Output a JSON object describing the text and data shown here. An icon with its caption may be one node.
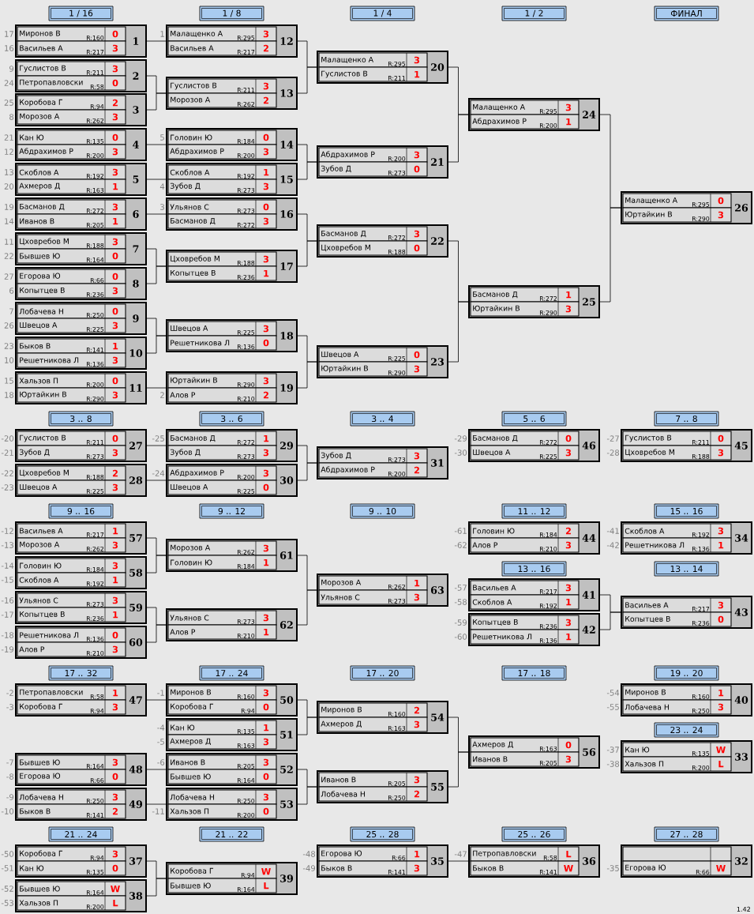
{
  "diagram": {
    "nodes": [
      {
        "text": [
          "1 / 16"
        ]
      },
      {
        "text": [
          "1 / 8"
        ]
      },
      {
        "text": [
          "1 / 4"
        ]
      },
      {
        "text": [
          "1 / 2"
        ]
      },
      {
        "text": [
          "ФИНАЛ"
        ]
      },
      {
        "text": [
          "3 .. 8"
        ]
      },
      {
        "text": [
          "3 .. 6"
        ]
      },
      {
        "text": [
          "3 .. 4"
        ]
      },
      {
        "text": [
          "5 .. 6"
        ]
      },
      {
        "text": [
          "7 .. 8"
        ]
      },
      {
        "text": [
          "9 .. 16"
        ]
      },
      {
        "text": [
          "9 .. 12"
        ]
      },
      {
        "text": [
          "9 .. 10"
        ]
      },
      {
        "text": [
          "11 .. 12"
        ]
      },
      {
        "text": [
          "15 .. 16"
        ]
      },
      {
        "text": [
          "13 .. 16"
        ]
      },
      {
        "text": [
          "13 .. 14"
        ]
      },
      {
        "text": [
          "17 .. 32"
        ]
      },
      {
        "text": [
          "17 .. 24"
        ]
      },
      {
        "text": [
          "17 .. 20"
        ]
      },
      {
        "text": [
          "17 .. 18"
        ]
      },
      {
        "text": [
          "19 .. 20"
        ]
      },
      {
        "text": [
          "23 .. 24"
        ]
      },
      {
        "text": [
          "21 .. 24"
        ]
      },
      {
        "text": [
          "21 .. 22"
        ]
      },
      {
        "text": [
          "25 .. 28"
        ]
      },
      {
        "text": [
          "25 .. 26"
        ]
      },
      {
        "text": [
          "27 .. 28"
        ]
      },
      {
        "text": [
          "1"
        ]
      },
      {
        "text": [
          "Миронов В",
          "R:160",
          "0"
        ],
        "in": 28,
        "beside": [
          "17"
        ]
      },
      {
        "text": [
          "Васильев А",
          "R:217",
          "3"
        ],
        "in": 28,
        "beside": [
          "16"
        ]
      },
      {
        "text": [
          "2"
        ]
      },
      {
        "text": [
          "Гуслистов В",
          "R:211",
          "3"
        ],
        "in": 31,
        "beside": [
          "9"
        ]
      },
      {
        "text": [
          "Петропавловски",
          "R:58",
          "0"
        ],
        "in": 31,
        "beside": [
          "24"
        ]
      },
      {
        "text": [
          "3"
        ]
      },
      {
        "text": [
          "Коробова Г",
          "R:94",
          "2"
        ],
        "in": 34,
        "beside": [
          "25"
        ]
      },
      {
        "text": [
          "Морозов А",
          "R:262",
          "3"
        ],
        "in": 34,
        "beside": [
          "8"
        ]
      },
      {
        "text": [
          "4"
        ]
      },
      {
        "text": [
          "Кан Ю",
          "R:135",
          "0"
        ],
        "in": 37,
        "beside": [
          "21"
        ]
      },
      {
        "text": [
          "Абдрахимов Р",
          "R:200",
          "3"
        ],
        "in": 37,
        "beside": [
          "12"
        ]
      },
      {
        "text": [
          "5"
        ]
      },
      {
        "text": [
          "Скоблов А",
          "R:192",
          "3"
        ],
        "in": 40,
        "beside": [
          "13"
        ]
      },
      {
        "text": [
          "Ахмеров Д",
          "R:163",
          "1"
        ],
        "in": 40,
        "beside": [
          "20"
        ]
      },
      {
        "text": [
          "6"
        ]
      },
      {
        "text": [
          "Басманов Д",
          "R:272",
          "3"
        ],
        "in": 43,
        "beside": [
          "19"
        ]
      },
      {
        "text": [
          "Иванов В",
          "R:205",
          "1"
        ],
        "in": 43,
        "beside": [
          "14"
        ]
      },
      {
        "text": [
          "7"
        ]
      },
      {
        "text": [
          "Цховребов М",
          "R:188",
          "3"
        ],
        "in": 46,
        "beside": [
          "11"
        ]
      },
      {
        "text": [
          "Бывшев Ю",
          "R:164",
          "0"
        ],
        "in": 46,
        "beside": [
          "22"
        ]
      },
      {
        "text": [
          "8"
        ]
      },
      {
        "text": [
          "Егорова Ю",
          "R:66",
          "0"
        ],
        "in": 49,
        "beside": [
          "27"
        ]
      },
      {
        "text": [
          "Копытцев В",
          "R:236",
          "3"
        ],
        "in": 49,
        "beside": [
          "6"
        ]
      },
      {
        "text": [
          "9"
        ]
      },
      {
        "text": [
          "Лобачева Н",
          "R:250",
          "0"
        ],
        "in": 52,
        "beside": [
          "7"
        ]
      },
      {
        "text": [
          "Швецов А",
          "R:225",
          "3"
        ],
        "in": 52,
        "beside": [
          "26"
        ]
      },
      {
        "text": [
          "10"
        ]
      },
      {
        "text": [
          "Быков В",
          "R:141",
          "1"
        ],
        "in": 55,
        "beside": [
          "23"
        ]
      },
      {
        "text": [
          "Решетникова Л",
          "R:136",
          "3"
        ],
        "in": 55,
        "beside": [
          "10"
        ]
      },
      {
        "text": [
          "11"
        ]
      },
      {
        "text": [
          "Хальзов П",
          "R:200",
          "0"
        ],
        "in": 58,
        "beside": [
          "15"
        ]
      },
      {
        "text": [
          "Юртайкин В",
          "R:290",
          "3"
        ],
        "in": 58,
        "beside": [
          "18"
        ]
      },
      {
        "text": [
          "12"
        ]
      },
      {
        "text": [
          "Малащенко А",
          "R:295",
          "3"
        ],
        "in": 61,
        "beside": [
          "1"
        ]
      },
      {
        "text": [
          "Васильев А",
          "R:217",
          "2"
        ],
        "in": 61
      },
      {
        "text": [
          "13"
        ]
      },
      {
        "text": [
          "Гуслистов В",
          "R:211",
          "3"
        ],
        "in": 64
      },
      {
        "text": [
          "Морозов А",
          "R:262",
          "2"
        ],
        "in": 64
      },
      {
        "text": [
          "14"
        ]
      },
      {
        "text": [
          "Головин Ю",
          "R:184",
          "0"
        ],
        "in": 67,
        "beside": [
          "5"
        ]
      },
      {
        "text": [
          "Абдрахимов Р",
          "R:200",
          "3"
        ],
        "in": 67
      },
      {
        "text": [
          "15"
        ]
      },
      {
        "text": [
          "Скоблов А",
          "R:192",
          "1"
        ],
        "in": 70
      },
      {
        "text": [
          "Зубов Д",
          "R:273",
          "3"
        ],
        "in": 70,
        "beside": [
          "4"
        ]
      },
      {
        "text": [
          "16"
        ]
      },
      {
        "text": [
          "Ульянов С",
          "R:273",
          "0"
        ],
        "in": 73,
        "beside": [
          "3"
        ]
      },
      {
        "text": [
          "Басманов Д",
          "R:272",
          "3"
        ],
        "in": 73
      },
      {
        "text": [
          "17"
        ]
      },
      {
        "text": [
          "Цховребов М",
          "R:188",
          "3"
        ],
        "in": 76
      },
      {
        "text": [
          "Копытцев В",
          "R:236",
          "1"
        ],
        "in": 76
      },
      {
        "text": [
          "18"
        ]
      },
      {
        "text": [
          "Швецов А",
          "R:225",
          "3"
        ],
        "in": 79
      },
      {
        "text": [
          "Решетникова Л",
          "R:136",
          "0"
        ],
        "in": 79
      },
      {
        "text": [
          "19"
        ]
      },
      {
        "text": [
          "Юртайкин В",
          "R:290",
          "3"
        ],
        "in": 82
      },
      {
        "text": [
          "Алов Р",
          "R:210",
          "2"
        ],
        "in": 82,
        "beside": [
          "2"
        ]
      },
      {
        "text": [
          "20"
        ]
      },
      {
        "text": [
          "Малащенко А",
          "R:295",
          "3"
        ],
        "in": 85
      },
      {
        "text": [
          "Гуслистов В",
          "R:211",
          "1"
        ],
        "in": 85
      },
      {
        "text": [
          "21"
        ]
      },
      {
        "text": [
          "Абдрахимов Р",
          "R:200",
          "3"
        ],
        "in": 88
      },
      {
        "text": [
          "Зубов Д",
          "R:273",
          "0"
        ],
        "in": 88
      },
      {
        "text": [
          "22"
        ]
      },
      {
        "text": [
          "Басманов Д",
          "R:272",
          "3"
        ],
        "in": 91
      },
      {
        "text": [
          "Цховребов М",
          "R:188",
          "0"
        ],
        "in": 91
      },
      {
        "text": [
          "23"
        ]
      },
      {
        "text": [
          "Швецов А",
          "R:225",
          "0"
        ],
        "in": 94
      },
      {
        "text": [
          "Юртайкин В",
          "R:290",
          "3"
        ],
        "in": 94
      },
      {
        "text": [
          "24"
        ]
      },
      {
        "text": [
          "Малащенко А",
          "R:295",
          "3"
        ],
        "in": 97
      },
      {
        "text": [
          "Абдрахимов Р",
          "R:200",
          "1"
        ],
        "in": 97
      },
      {
        "text": [
          "25"
        ]
      },
      {
        "text": [
          "Басманов Д",
          "R:272",
          "1"
        ],
        "in": 100
      },
      {
        "text": [
          "Юртайкин В",
          "R:290",
          "3"
        ],
        "in": 100
      },
      {
        "text": [
          "26"
        ]
      },
      {
        "text": [
          "Малащенко А",
          "R:295",
          "0"
        ],
        "in": 103
      },
      {
        "text": [
          "Юртайкин В",
          "R:290",
          "3"
        ],
        "in": 103
      },
      {
        "text": [
          "27"
        ]
      },
      {
        "text": [
          "Гуслистов В",
          "R:211",
          "0"
        ],
        "in": 106,
        "beside": [
          "-20"
        ]
      },
      {
        "text": [
          "Зубов Д",
          "R:273",
          "3"
        ],
        "in": 106,
        "beside": [
          "-21"
        ]
      },
      {
        "text": [
          "28"
        ]
      },
      {
        "text": [
          "Цховребов М",
          "R:188",
          "2"
        ],
        "in": 109,
        "beside": [
          "-22"
        ]
      },
      {
        "text": [
          "Швецов А",
          "R:225",
          "3"
        ],
        "in": 109,
        "beside": [
          "-23"
        ]
      },
      {
        "text": [
          "29"
        ]
      },
      {
        "text": [
          "Басманов Д",
          "R:272",
          "1"
        ],
        "in": 112,
        "beside": [
          "-25"
        ]
      },
      {
        "text": [
          "Зубов Д",
          "R:273",
          "3"
        ],
        "in": 112
      },
      {
        "text": [
          "30"
        ]
      },
      {
        "text": [
          "Абдрахимов Р",
          "R:200",
          "3"
        ],
        "in": 115,
        "beside": [
          "-24"
        ]
      },
      {
        "text": [
          "Швецов А",
          "R:225",
          "0"
        ],
        "in": 115
      },
      {
        "text": [
          "31"
        ]
      },
      {
        "text": [
          "Зубов Д",
          "R:273",
          "3"
        ],
        "in": 118
      },
      {
        "text": [
          "Абдрахимов Р",
          "R:200",
          "2"
        ],
        "in": 118
      },
      {
        "text": [
          "32"
        ]
      },
      {
        "text": [],
        "shape": "box",
        "in": 121
      },
      {
        "text": [
          "Егорова Ю",
          "R:66",
          "W"
        ],
        "in": 121,
        "beside": [
          "-35"
        ]
      },
      {
        "text": [
          "33"
        ]
      },
      {
        "text": [
          "Кан Ю",
          "R:135",
          "W"
        ],
        "in": 124,
        "beside": [
          "-37"
        ]
      },
      {
        "text": [
          "Хальзов П",
          "R:200",
          "L"
        ],
        "in": 124,
        "beside": [
          "-38"
        ]
      },
      {
        "text": [
          "34"
        ]
      },
      {
        "text": [
          "Скоблов А",
          "R:192",
          "3"
        ],
        "in": 127,
        "beside": [
          "-41"
        ]
      },
      {
        "text": [
          "Решетникова Л",
          "R:136",
          "1"
        ],
        "in": 127,
        "beside": [
          "-42"
        ]
      },
      {
        "text": [
          "35"
        ]
      },
      {
        "text": [
          "Егорова Ю",
          "R:66",
          "1"
        ],
        "in": 130,
        "beside": [
          "-48"
        ]
      },
      {
        "text": [
          "Быков В",
          "R:141",
          "3"
        ],
        "in": 130,
        "beside": [
          "-49"
        ]
      },
      {
        "text": [
          "36"
        ]
      },
      {
        "text": [
          "Петропавловски",
          "R:58",
          "L"
        ],
        "in": 133,
        "beside": [
          "-47"
        ]
      },
      {
        "text": [
          "Быков В",
          "R:141",
          "W"
        ],
        "in": 133
      },
      {
        "text": [
          "37"
        ]
      },
      {
        "text": [
          "Коробова Г",
          "R:94",
          "3"
        ],
        "in": 136,
        "beside": [
          "-50"
        ]
      },
      {
        "text": [
          "Кан Ю",
          "R:135",
          "0"
        ],
        "in": 136,
        "beside": [
          "-51"
        ]
      },
      {
        "text": [
          "38"
        ]
      },
      {
        "text": [
          "Бывшев Ю",
          "R:164",
          "W"
        ],
        "in": 139,
        "beside": [
          "-52"
        ]
      },
      {
        "text": [
          "Хальзов П",
          "R:200",
          "L"
        ],
        "in": 139,
        "beside": [
          "-53"
        ]
      },
      {
        "text": [
          "39"
        ]
      },
      {
        "text": [
          "Коробова Г",
          "R:94",
          "W"
        ],
        "in": 142
      },
      {
        "text": [
          "Бывшев Ю",
          "R:164",
          "L"
        ],
        "in": 142
      },
      {
        "text": [
          "40"
        ]
      },
      {
        "text": [
          "Миронов В",
          "R:160",
          "1"
        ],
        "in": 145,
        "beside": [
          "-54"
        ]
      },
      {
        "text": [
          "Лобачева Н",
          "R:250",
          "3"
        ],
        "in": 145,
        "beside": [
          "-55"
        ]
      },
      {
        "text": [
          "41"
        ]
      },
      {
        "text": [
          "Васильев А",
          "R:217",
          "3"
        ],
        "in": 148,
        "beside": [
          "-57"
        ]
      },
      {
        "text": [
          "Скоблов А",
          "R:192",
          "1"
        ],
        "in": 148,
        "beside": [
          "-58"
        ]
      },
      {
        "text": [
          "42"
        ]
      },
      {
        "text": [
          "Копытцев В",
          "R:236",
          "3"
        ],
        "in": 151,
        "beside": [
          "-59"
        ]
      },
      {
        "text": [
          "Решетникова Л",
          "R:136",
          "1"
        ],
        "in": 151,
        "beside": [
          "-60"
        ]
      },
      {
        "text": [
          "43"
        ]
      },
      {
        "text": [
          "Васильев А",
          "R:217",
          "3"
        ],
        "in": 154
      },
      {
        "text": [
          "Копытцев В",
          "R:236",
          "0"
        ],
        "in": 154
      },
      {
        "text": [
          "44"
        ]
      },
      {
        "text": [
          "Головин Ю",
          "R:184",
          "2"
        ],
        "in": 157,
        "beside": [
          "-61"
        ]
      },
      {
        "text": [
          "Алов Р",
          "R:210",
          "3"
        ],
        "in": 157,
        "beside": [
          "-62"
        ]
      },
      {
        "text": [
          "45"
        ]
      },
      {
        "text": [
          "Гуслистов В",
          "R:211",
          "0"
        ],
        "in": 160,
        "beside": [
          "-27"
        ]
      },
      {
        "text": [
          "Цховребов М",
          "R:188",
          "3"
        ],
        "in": 160,
        "beside": [
          "-28"
        ]
      },
      {
        "text": [
          "46"
        ]
      },
      {
        "text": [
          "Басманов Д",
          "R:272",
          "0"
        ],
        "in": 163,
        "beside": [
          "-29"
        ]
      },
      {
        "text": [
          "Швецов А",
          "R:225",
          "3"
        ],
        "in": 163,
        "beside": [
          "-30"
        ]
      },
      {
        "text": [
          "47"
        ]
      },
      {
        "text": [
          "Петропавловски",
          "R:58",
          "1"
        ],
        "in": 166,
        "beside": [
          "-2"
        ]
      },
      {
        "text": [
          "Коробова Г",
          "R:94",
          "3"
        ],
        "in": 166,
        "beside": [
          "-3"
        ]
      },
      {
        "text": [
          "48"
        ]
      },
      {
        "text": [
          "Бывшев Ю",
          "R:164",
          "3"
        ],
        "in": 169,
        "beside": [
          "-7"
        ]
      },
      {
        "text": [
          "Егорова Ю",
          "R:66",
          "0"
        ],
        "in": 169,
        "beside": [
          "-8"
        ]
      },
      {
        "text": [
          "49"
        ]
      },
      {
        "text": [
          "Лобачева Н",
          "R:250",
          "3"
        ],
        "in": 172,
        "beside": [
          "-9"
        ]
      },
      {
        "text": [
          "Быков В",
          "R:141",
          "2"
        ],
        "in": 172,
        "beside": [
          "-10"
        ]
      },
      {
        "text": [
          "50"
        ]
      },
      {
        "text": [
          "Миронов В",
          "R:160",
          "3"
        ],
        "in": 175,
        "beside": [
          "-1"
        ]
      },
      {
        "text": [
          "Коробова Г",
          "R:94",
          "0"
        ],
        "in": 175
      },
      {
        "text": [
          "51"
        ]
      },
      {
        "text": [
          "Кан Ю",
          "R:135",
          "1"
        ],
        "in": 178,
        "beside": [
          "-4"
        ]
      },
      {
        "text": [
          "Ахмеров Д",
          "R:163",
          "3"
        ],
        "in": 178,
        "beside": [
          "-5"
        ]
      },
      {
        "text": [
          "52"
        ]
      },
      {
        "text": [
          "Иванов В",
          "R:205",
          "3"
        ],
        "in": 181,
        "beside": [
          "-6"
        ]
      },
      {
        "text": [
          "Бывшев Ю",
          "R:164",
          "0"
        ],
        "in": 181
      },
      {
        "text": [
          "53"
        ]
      },
      {
        "text": [
          "Лобачева Н",
          "R:250",
          "3"
        ],
        "in": 184
      },
      {
        "text": [
          "Хальзов П",
          "R:200",
          "0"
        ],
        "in": 184,
        "beside": [
          "-11"
        ]
      },
      {
        "text": [
          "54"
        ]
      },
      {
        "text": [
          "Миронов В",
          "R:160",
          "2"
        ],
        "in": 187
      },
      {
        "text": [
          "Ахмеров Д",
          "R:163",
          "3"
        ],
        "in": 187
      },
      {
        "text": [
          "55"
        ]
      },
      {
        "text": [
          "Иванов В",
          "R:205",
          "3"
        ],
        "in": 190
      },
      {
        "text": [
          "Лобачева Н",
          "R:250",
          "2"
        ],
        "in": 190
      },
      {
        "text": [
          "56"
        ]
      },
      {
        "text": [
          "Ахмеров Д",
          "R:163",
          "0"
        ],
        "in": 193
      },
      {
        "text": [
          "Иванов В",
          "R:205",
          "3"
        ],
        "in": 193
      },
      {
        "text": [
          "57"
        ]
      },
      {
        "text": [
          "Васильев А",
          "R:217",
          "1"
        ],
        "in": 196,
        "beside": [
          "-12"
        ]
      },
      {
        "text": [
          "Морозов А",
          "R:262",
          "3"
        ],
        "in": 196,
        "beside": [
          "-13"
        ]
      },
      {
        "text": [
          "58"
        ]
      },
      {
        "text": [
          "Головин Ю",
          "R:184",
          "3"
        ],
        "in": 199,
        "beside": [
          "-14"
        ]
      },
      {
        "text": [
          "Скоблов А",
          "R:192",
          "1"
        ],
        "in": 199,
        "beside": [
          "-15"
        ]
      },
      {
        "text": [
          "59"
        ]
      },
      {
        "text": [
          "Ульянов С",
          "R:273",
          "3"
        ],
        "in": 202,
        "beside": [
          "-16"
        ]
      },
      {
        "text": [
          "Копытцев В",
          "R:236",
          "1"
        ],
        "in": 202,
        "beside": [
          "-17"
        ]
      },
      {
        "text": [
          "60"
        ]
      },
      {
        "text": [
          "Решетникова Л",
          "R:136",
          "0"
        ],
        "in": 205,
        "beside": [
          "-18"
        ]
      },
      {
        "text": [
          "Алов Р",
          "R:210",
          "3"
        ],
        "in": 205,
        "beside": [
          "-19"
        ]
      },
      {
        "text": [
          "61"
        ]
      },
      {
        "text": [
          "Морозов А",
          "R:262",
          "3"
        ],
        "in": 208
      },
      {
        "text": [
          "Головин Ю",
          "R:184",
          "1"
        ],
        "in": 208
      },
      {
        "text": [
          "62"
        ]
      },
      {
        "text": [
          "Ульянов С",
          "R:273",
          "3"
        ],
        "in": 211
      },
      {
        "text": [
          "Алов Р",
          "R:210",
          "1"
        ],
        "in": 211
      },
      {
        "text": [
          "63"
        ]
      },
      {
        "text": [
          "Морозов А",
          "R:262",
          "1"
        ],
        "in": 214
      },
      {
        "text": [
          "Ульянов С",
          "R:273",
          "3"
        ],
        "in": 214
      }
    ],
    "edges": [
      {
        "from": 28,
        "to": 61,
        "arrow": "none"
      },
      {
        "from": 31,
        "to": 64,
        "arrow": "none"
      },
      {
        "from": 34,
        "to": 64,
        "arrow": "none"
      },
      {
        "from": 37,
        "to": 67,
        "arrow": "none"
      },
      {
        "from": 40,
        "to": 70,
        "arrow": "none"
      },
      {
        "from": 43,
        "to": 73,
        "arrow": "none"
      },
      {
        "from": 46,
        "to": 76,
        "arrow": "none"
      },
      {
        "from": 49,
        "to": 76,
        "arrow": "none"
      },
      {
        "from": 52,
        "to": 79,
        "arrow": "none"
      },
      {
        "from": 55,
        "to": 79,
        "arrow": "none"
      },
      {
        "from": 58,
        "to": 82,
        "arrow": "none"
      },
      {
        "from": 61,
        "to": 85,
        "arrow": "none"
      },
      {
        "from": 64,
        "to": 85,
        "arrow": "none"
      },
      {
        "from": 67,
        "to": 88,
        "arrow": "none"
      },
      {
        "from": 70,
        "to": 88,
        "arrow": "none"
      },
      {
        "from": 73,
        "to": 91,
        "arrow": "none"
      },
      {
        "from": 76,
        "to": 91,
        "arrow": "none"
      },
      {
        "from": 79,
        "to": 94,
        "arrow": "none"
      },
      {
        "from": 82,
        "to": 94,
        "arrow": "none"
      },
      {
        "from": 85,
        "to": 97,
        "arrow": "none"
      },
      {
        "from": 88,
        "to": 97,
        "arrow": "none"
      },
      {
        "from": 91,
        "to": 100,
        "arrow": "none"
      },
      {
        "from": 94,
        "to": 100,
        "arrow": "none"
      },
      {
        "from": 97,
        "to": 103,
        "arrow": "none"
      },
      {
        "from": 100,
        "to": 103,
        "arrow": "none"
      },
      {
        "from": 106,
        "to": 112,
        "arrow": "none"
      },
      {
        "from": 109,
        "to": 115,
        "arrow": "none"
      },
      {
        "from": 112,
        "to": 118,
        "arrow": "none"
      },
      {
        "from": 115,
        "to": 118,
        "arrow": "none"
      },
      {
        "from": 196,
        "to": 208,
        "arrow": "none"
      },
      {
        "from": 199,
        "to": 208,
        "arrow": "none"
      },
      {
        "from": 202,
        "to": 211,
        "arrow": "none"
      },
      {
        "from": 205,
        "to": 211,
        "arrow": "none"
      },
      {
        "from": 208,
        "to": 214,
        "arrow": "none"
      },
      {
        "from": 211,
        "to": 214,
        "arrow": "none"
      },
      {
        "from": 148,
        "to": 154,
        "arrow": "none"
      },
      {
        "from": 151,
        "to": 154,
        "arrow": "none"
      },
      {
        "from": 166,
        "to": 175,
        "arrow": "none"
      },
      {
        "from": 175,
        "to": 187,
        "arrow": "none"
      },
      {
        "from": 178,
        "to": 187,
        "arrow": "none"
      },
      {
        "from": 169,
        "to": 181,
        "arrow": "none"
      },
      {
        "from": 172,
        "to": 184,
        "arrow": "none"
      },
      {
        "from": 181,
        "to": 190,
        "arrow": "none"
      },
      {
        "from": 184,
        "to": 190,
        "arrow": "none"
      },
      {
        "from": 187,
        "to": 193,
        "arrow": "none"
      },
      {
        "from": 190,
        "to": 193,
        "arrow": "none"
      },
      {
        "from": 136,
        "to": 142,
        "arrow": "none"
      },
      {
        "from": 139,
        "to": 142,
        "arrow": "none"
      },
      {
        "from": 130,
        "to": 133,
        "arrow": "none"
      }
    ],
    "labels": [
      "1.42"
    ]
  }
}
